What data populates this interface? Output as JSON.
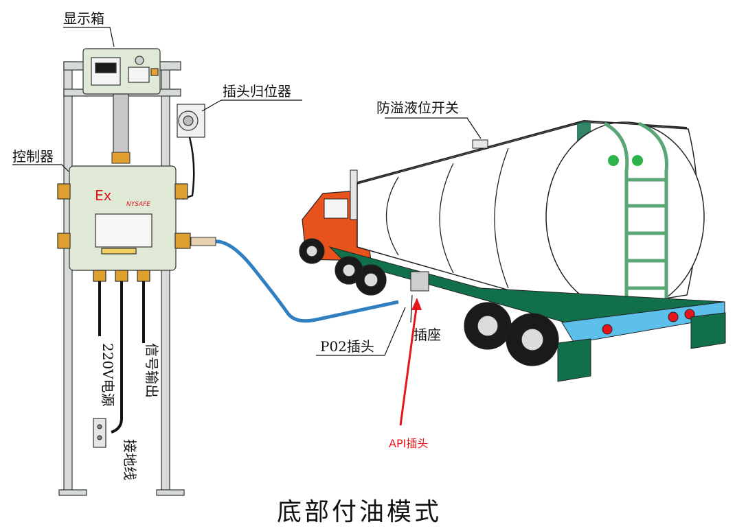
{
  "title": "底部付油模式",
  "labels": {
    "display_box": "显示箱",
    "plug_holder": "插头归位器",
    "controller": "控制器",
    "overfill_switch": "防溢液位开关",
    "power": "220V电源",
    "signal_out": "信号输出",
    "ground_wire": "接地线",
    "p02_plug": "P02插头",
    "socket": "插座",
    "api_plug": "API插头"
  },
  "controller_panel": {
    "ex_mark": "Ex",
    "brand": "NYSAFE"
  },
  "colors": {
    "frame": "#d6dad8",
    "box_green": "#dfe9d6",
    "ex_red": "#e0141e",
    "hose_blue": "#2f7fc1",
    "cab_orange": "#e8521d",
    "tank_green": "#11704a",
    "ladder_green": "#5aa676",
    "bumper_blue": "#5cc0ea",
    "api_red": "#e8141c"
  }
}
